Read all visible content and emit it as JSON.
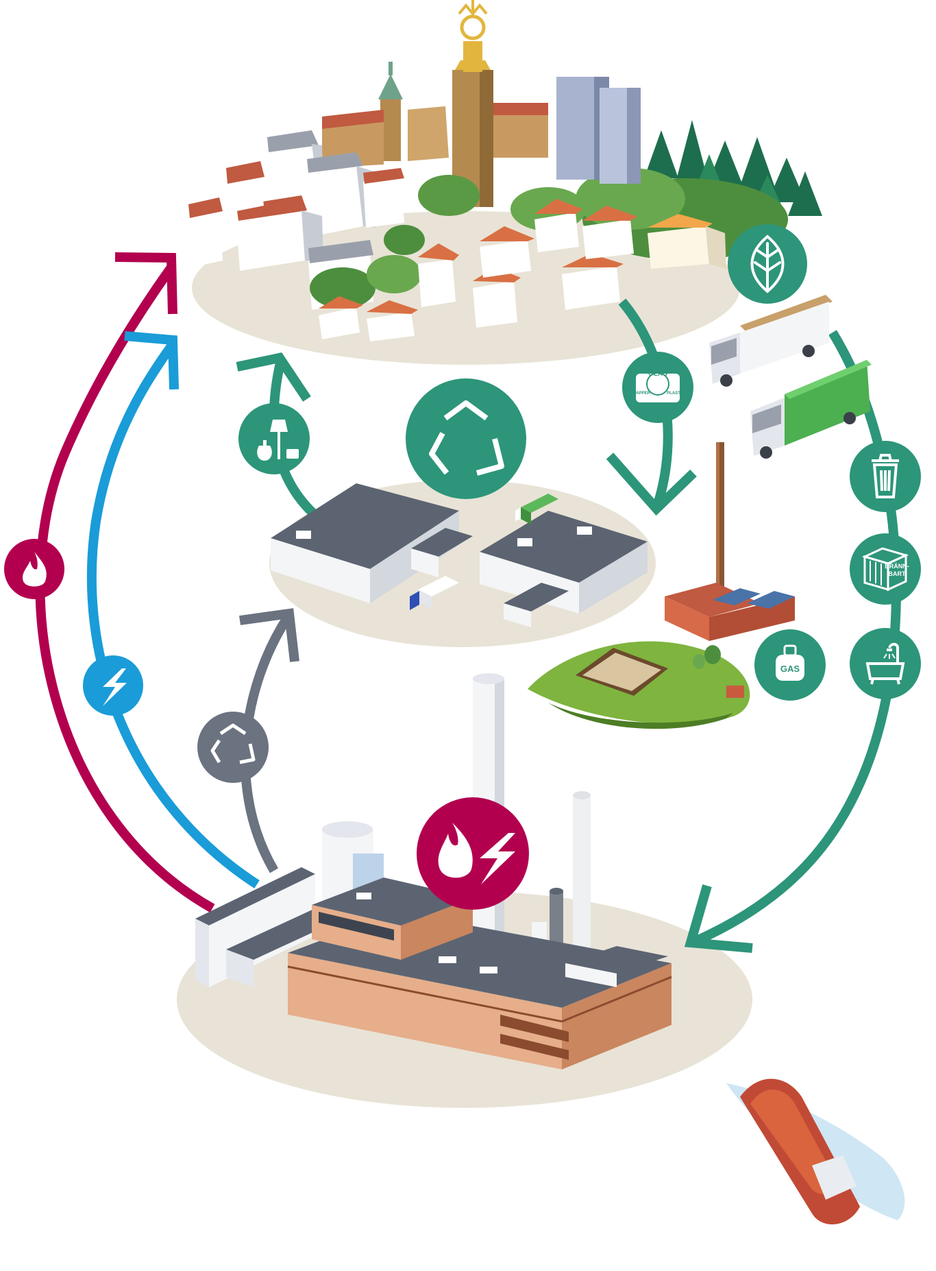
{
  "colors": {
    "heat": "#b2004f",
    "electricity": "#1a9cd8",
    "recycling_gray": "#6b7280",
    "waste_green": "#2d957a",
    "ground": "#e8e3d6",
    "brick": "#e6ae8a",
    "roof": "#5c6472"
  },
  "icons": {
    "heat_left": "flame-icon",
    "electricity_left": "lightning-icon",
    "recycling_gray": "recycle-icon",
    "recycling_green": "recycle-icon",
    "reuse": "lamp-vase-camera-icon",
    "sorting": "recycling-bin-icon",
    "biofuel": "leaf-icon",
    "trash": "trash-can-icon",
    "container": "container-icon",
    "sewage": "bathtub-shower-icon",
    "gas": "gas-bottle-icon",
    "plant": "flame-lightning-icon"
  },
  "labels": {
    "bin_glas": "GLAS",
    "bin_papper": "PAPPER",
    "bin_plast": "PLAST",
    "container_line1": "BRÄNN-",
    "container_line2": "BART",
    "gas": "GAS"
  }
}
